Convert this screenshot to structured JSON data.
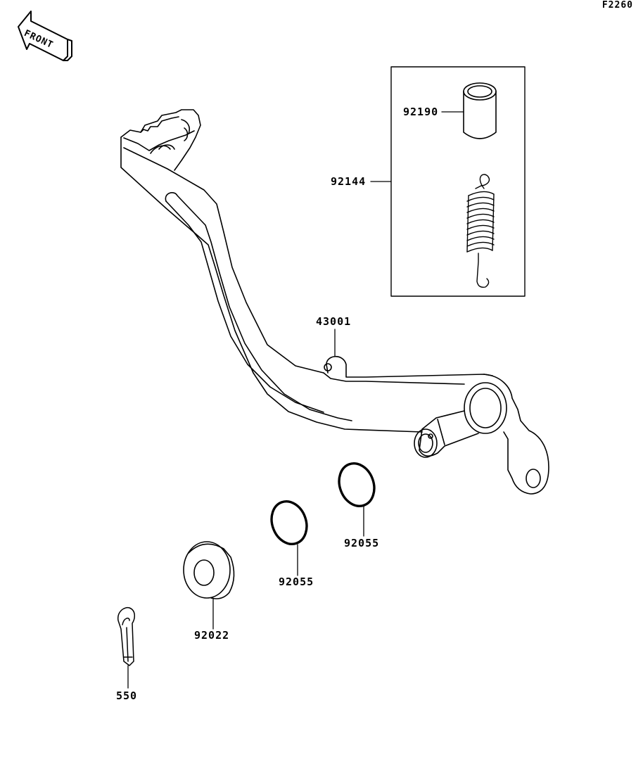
{
  "figure_code": "F2260",
  "front_marker": "FRONT",
  "parts": {
    "p92190": "92190",
    "p92144": "92144",
    "p43001": "43001",
    "p92055_a": "92055",
    "p92055_b": "92055",
    "p92022": "92022",
    "p550": "550"
  },
  "colors": {
    "line": "#000000",
    "background": "#ffffff"
  }
}
